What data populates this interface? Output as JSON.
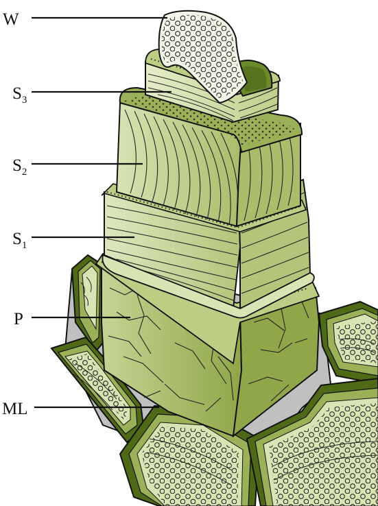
{
  "labels": {
    "w": "W",
    "s3_main": "S",
    "s3_sub": "3",
    "s2_main": "S",
    "s2_sub": "2",
    "s1_main": "S",
    "s1_sub": "1",
    "p": "P",
    "ml": "ML"
  },
  "colors": {
    "dark_green": "#4e6a17",
    "mid_green": "#9bb157",
    "pale_green": "#d8e4b4",
    "ridge_green": "#bccd84",
    "lamina": "#e6edcc",
    "middle_lamella": "#c0c0c0",
    "outline": "#111111"
  }
}
